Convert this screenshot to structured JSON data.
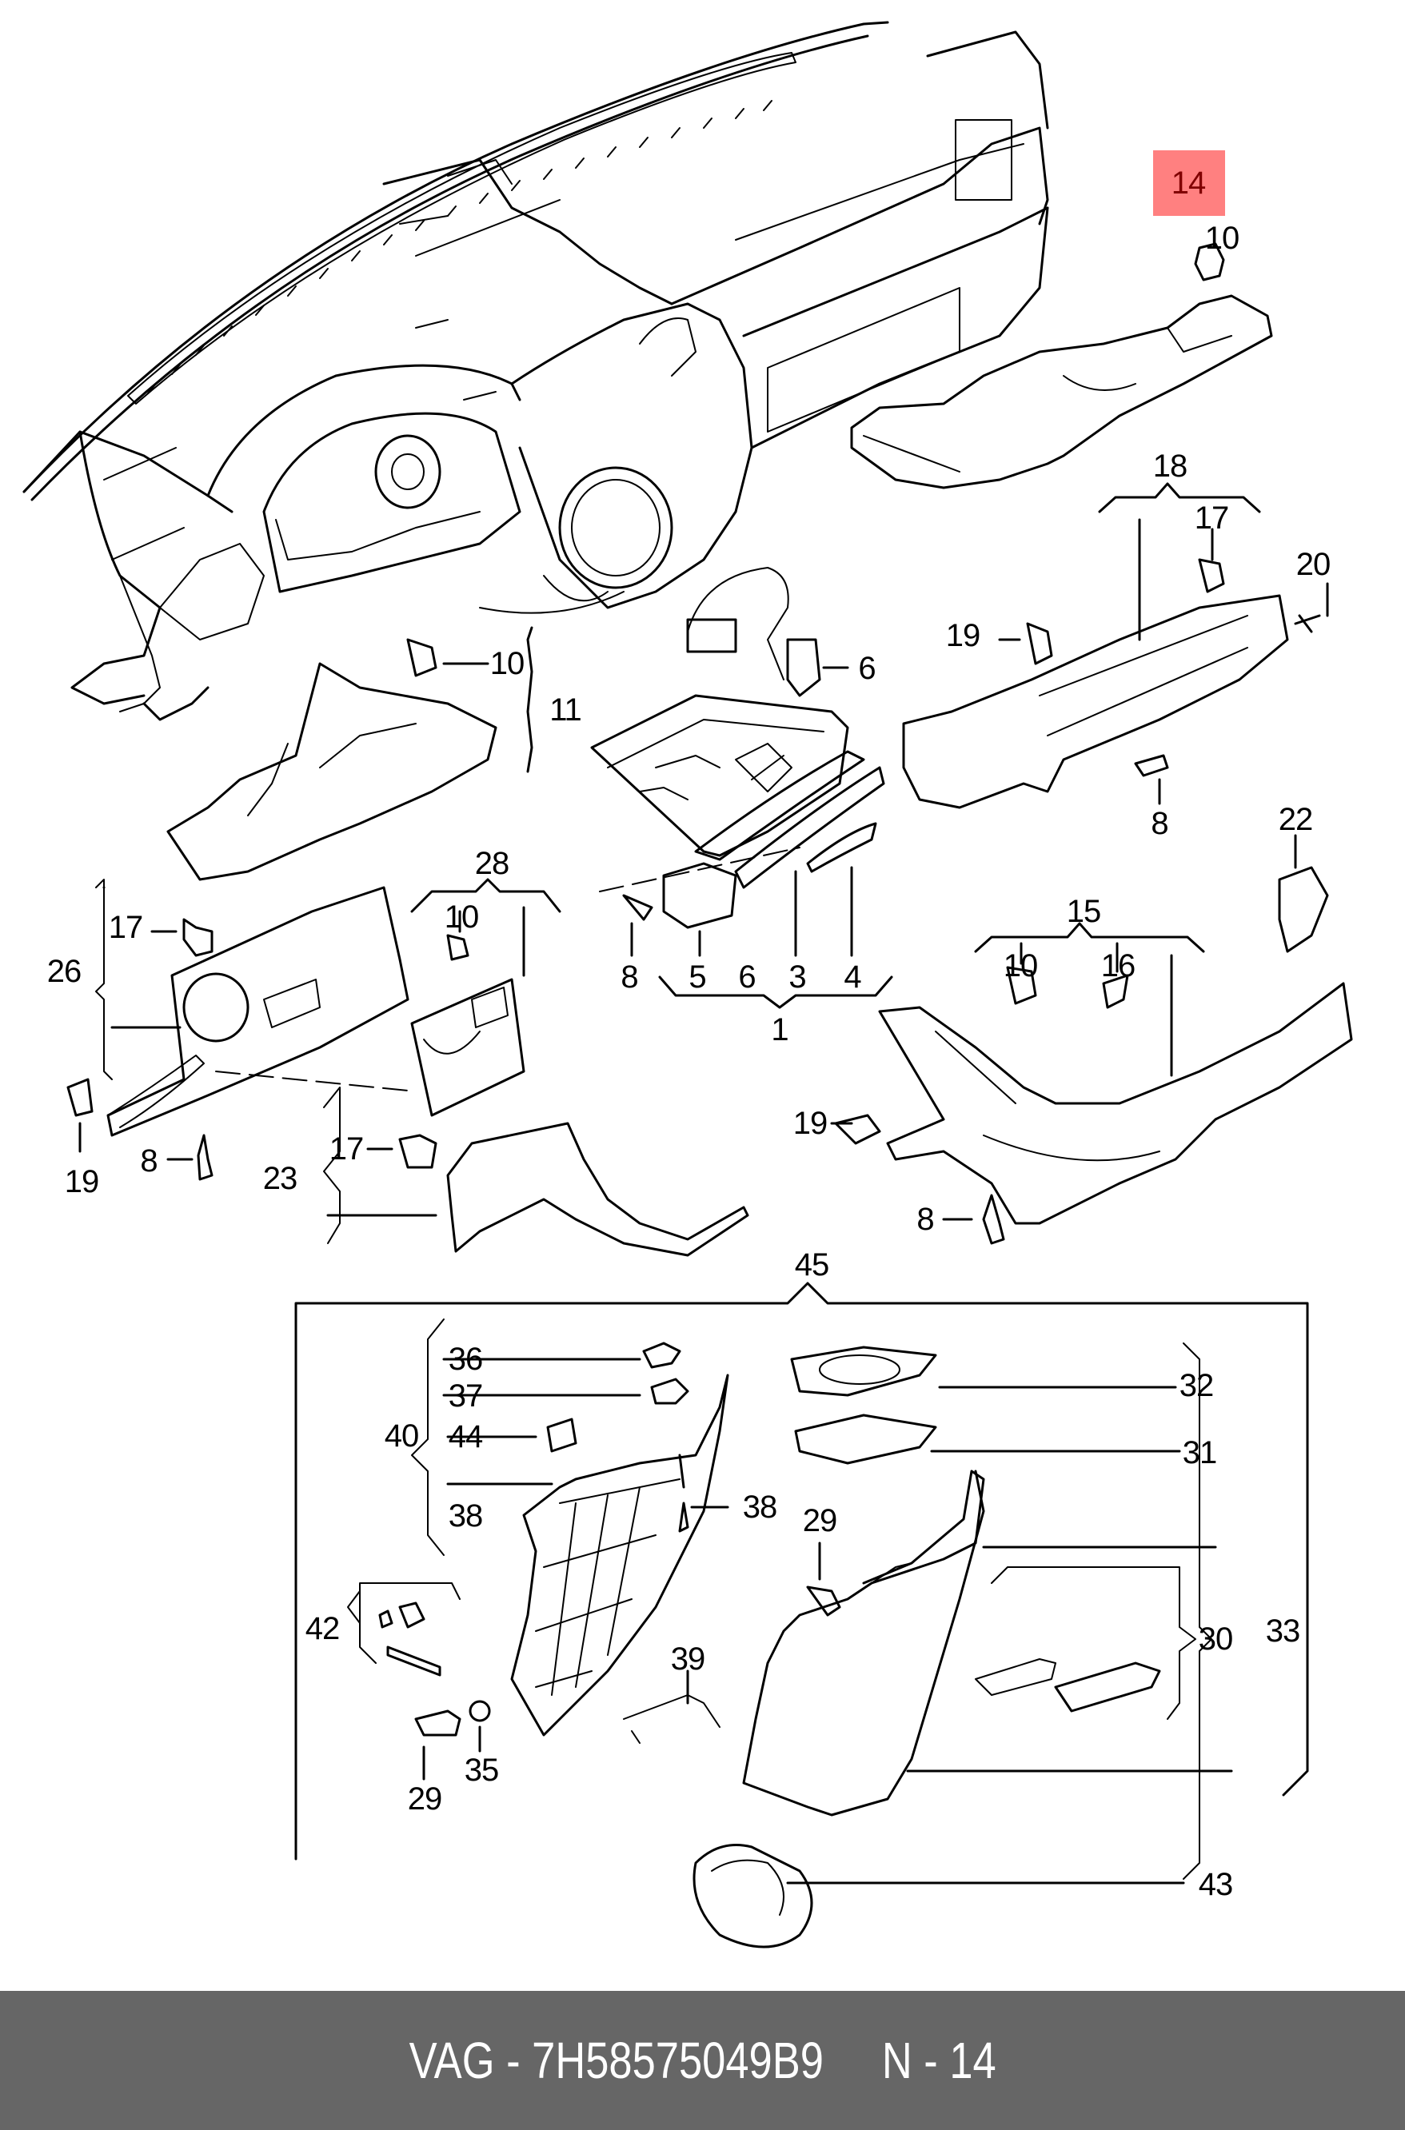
{
  "diagram": {
    "title": "Dashboard / instrument panel exploded parts diagram",
    "highlight_color": "#ff8080",
    "highlighted_callout": "14",
    "callouts": [
      {
        "id": "c1",
        "label": "1"
      },
      {
        "id": "c3",
        "label": "3"
      },
      {
        "id": "c4",
        "label": "4"
      },
      {
        "id": "c5",
        "label": "5"
      },
      {
        "id": "c6a",
        "label": "6"
      },
      {
        "id": "c6b",
        "label": "6"
      },
      {
        "id": "c8a",
        "label": "8"
      },
      {
        "id": "c8b",
        "label": "8"
      },
      {
        "id": "c8c",
        "label": "8"
      },
      {
        "id": "c8d",
        "label": "8"
      },
      {
        "id": "c10a",
        "label": "10"
      },
      {
        "id": "c10b",
        "label": "10"
      },
      {
        "id": "c10c",
        "label": "10"
      },
      {
        "id": "c10d",
        "label": "10"
      },
      {
        "id": "c11",
        "label": "11"
      },
      {
        "id": "c14",
        "label": "14"
      },
      {
        "id": "c15",
        "label": "15"
      },
      {
        "id": "c16",
        "label": "16"
      },
      {
        "id": "c17a",
        "label": "17"
      },
      {
        "id": "c17b",
        "label": "17"
      },
      {
        "id": "c17c",
        "label": "17"
      },
      {
        "id": "c18",
        "label": "18"
      },
      {
        "id": "c19a",
        "label": "19"
      },
      {
        "id": "c19b",
        "label": "19"
      },
      {
        "id": "c19c",
        "label": "19"
      },
      {
        "id": "c20",
        "label": "20"
      },
      {
        "id": "c22",
        "label": "22"
      },
      {
        "id": "c23",
        "label": "23"
      },
      {
        "id": "c26",
        "label": "26"
      },
      {
        "id": "c28",
        "label": "28"
      },
      {
        "id": "c29a",
        "label": "29"
      },
      {
        "id": "c29b",
        "label": "29"
      },
      {
        "id": "c30",
        "label": "30"
      },
      {
        "id": "c31",
        "label": "31"
      },
      {
        "id": "c32",
        "label": "32"
      },
      {
        "id": "c33",
        "label": "33"
      },
      {
        "id": "c35",
        "label": "35"
      },
      {
        "id": "c36",
        "label": "36"
      },
      {
        "id": "c37",
        "label": "37"
      },
      {
        "id": "c38a",
        "label": "38"
      },
      {
        "id": "c38b",
        "label": "38"
      },
      {
        "id": "c39",
        "label": "39"
      },
      {
        "id": "c40",
        "label": "40"
      },
      {
        "id": "c42",
        "label": "42"
      },
      {
        "id": "c43",
        "label": "43"
      },
      {
        "id": "c44",
        "label": "44"
      },
      {
        "id": "c45",
        "label": "45"
      }
    ]
  },
  "footer": {
    "brand": "VAG",
    "part_number": "7H58575049B9",
    "position": "N - 14",
    "text": "VAG - 7H58575049B9     N - 14"
  }
}
